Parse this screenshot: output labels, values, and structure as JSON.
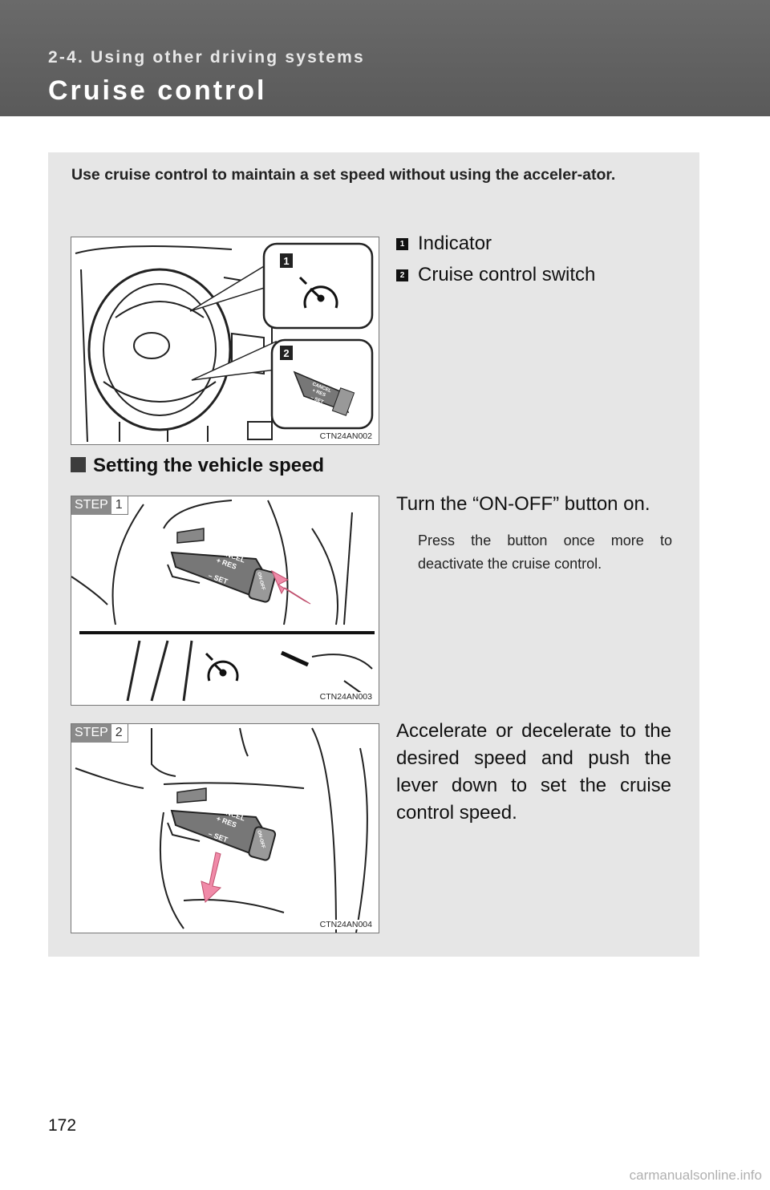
{
  "header": {
    "section": "2-4. Using other driving systems",
    "title": "Cruise control"
  },
  "intro": "Use cruise control to maintain a set speed without using the acceler-ator.",
  "overview_figure": {
    "code": "CTN24AN002",
    "callouts": [
      "1",
      "2"
    ],
    "lever_labels": [
      "CANCEL",
      "+ RES",
      "– SET"
    ]
  },
  "legend": [
    {
      "num": "1",
      "label": "Indicator"
    },
    {
      "num": "2",
      "label": "Cruise control switch"
    }
  ],
  "subheading": "Setting the vehicle speed",
  "steps": [
    {
      "tag": "STEP",
      "num": "1",
      "code": "CTN24AN003",
      "text": "Turn the “ON-OFF” button on.",
      "note": "Press the button once more to deactivate the cruise control.",
      "lever_labels": [
        "CANCEL",
        "+ RES",
        "– SET",
        "ON-OFF"
      ]
    },
    {
      "tag": "STEP",
      "num": "2",
      "code": "CTN24AN004",
      "text": "Accelerate or decelerate to the desired speed and push the lever down to set the cruise control speed.",
      "lever_labels": [
        "CANCEL",
        "+ RES",
        "– SET",
        "ON-OFF"
      ]
    }
  ],
  "colors": {
    "header": "#5f5f5f",
    "panel": "#e6e6e6",
    "arrow": "#f08aa8"
  },
  "footer": {
    "page_number": "172",
    "watermark": "carmanualsonline.info"
  }
}
